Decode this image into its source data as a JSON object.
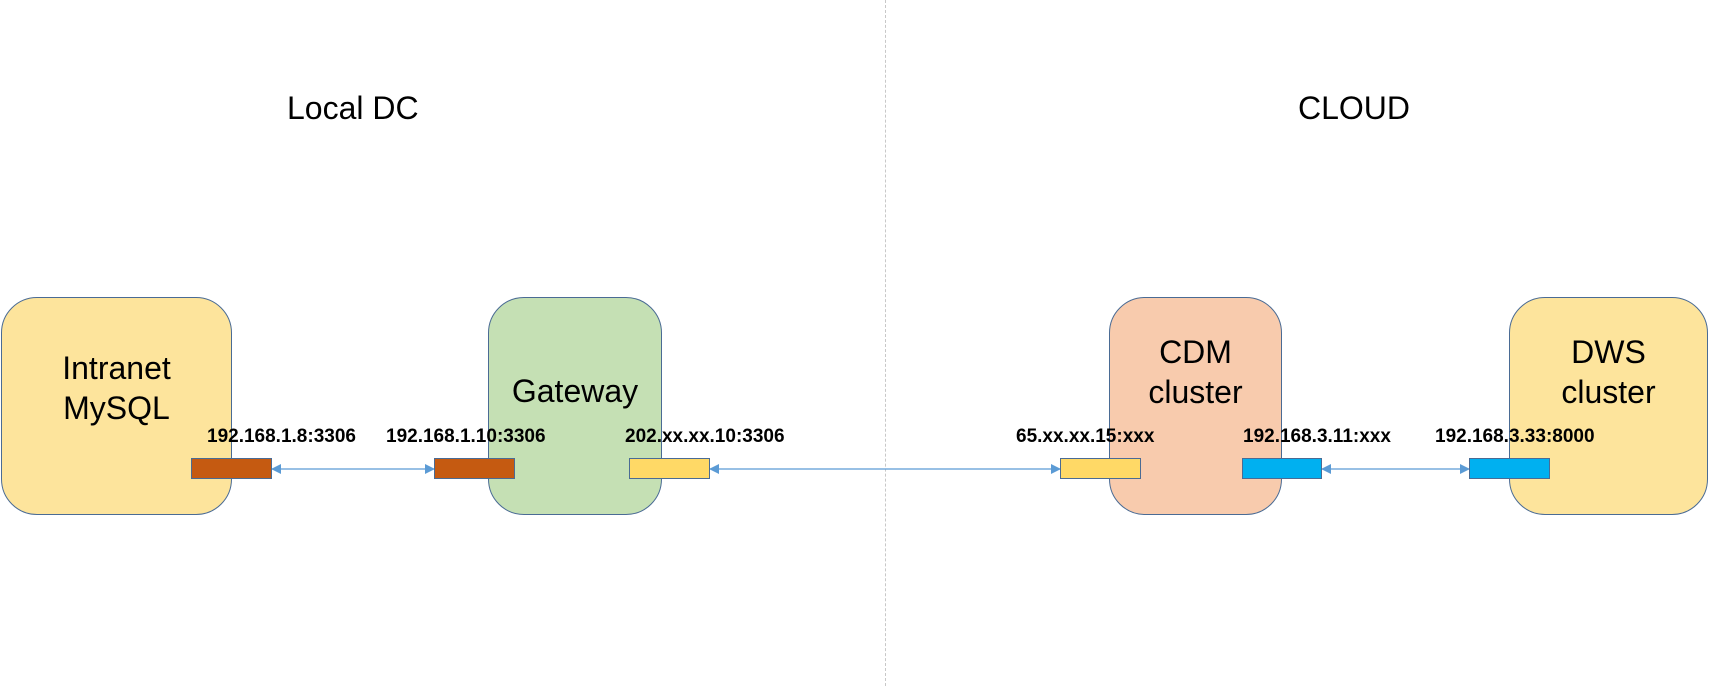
{
  "zones": {
    "left_title": "Local DC",
    "right_title": "CLOUD"
  },
  "colors": {
    "mysql_fill": "#fde49c",
    "gateway_fill": "#c5e0b4",
    "cdm_fill": "#f8cbad",
    "dws_fill": "#fde49c",
    "port_brown": "#c55a11",
    "port_yellow": "#ffd966",
    "port_blue": "#00b0f0",
    "link": "#5b9bd5"
  },
  "nodes": {
    "mysql": "Intranet\nMySQL",
    "gateway": "Gateway",
    "cdm": "CDM\ncluster",
    "dws": "DWS\ncluster"
  },
  "ports": {
    "mysql_port": "192.168.1.8:3306",
    "gateway_inner_port": "192.168.1.10:3306",
    "gateway_outer_port": "202.xx.xx.10:3306",
    "cdm_outer_port": "65.xx.xx.15:xxx",
    "cdm_inner_port": "192.168.3.11:xxx",
    "dws_port": "192.168.3.33:8000"
  },
  "links": [
    {
      "from": "mysql_port",
      "to": "gateway_inner_port",
      "style": "bidirectional"
    },
    {
      "from": "gateway_outer_port",
      "to": "cdm_outer_port",
      "style": "bidirectional"
    },
    {
      "from": "cdm_inner_port",
      "to": "dws_port",
      "style": "bidirectional"
    }
  ]
}
